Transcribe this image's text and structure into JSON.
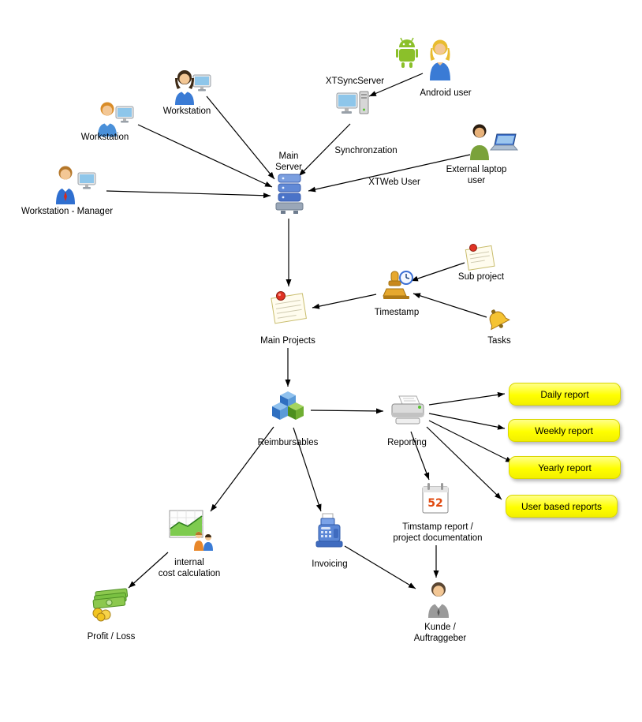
{
  "diagram": {
    "nodes": {
      "workstation_top": {
        "label": "Workstation"
      },
      "workstation_left": {
        "label": "Workstation"
      },
      "workstation_manager": {
        "label": "Workstation - Manager"
      },
      "xtsyncserver": {
        "label": "XTSyncServer"
      },
      "android_user": {
        "label": "Android user"
      },
      "external_laptop_user": {
        "label": "External laptop\nuser"
      },
      "main_server": {
        "label": "Main\nServer"
      },
      "main_projects": {
        "label": "Main Projects"
      },
      "timestamp": {
        "label": "Timestamp"
      },
      "sub_project": {
        "label": "Sub project"
      },
      "tasks": {
        "label": "Tasks"
      },
      "reimbursables": {
        "label": "Reimbursables"
      },
      "reporting": {
        "label": "Reporting"
      },
      "daily_report": {
        "label": "Daily report"
      },
      "weekly_report": {
        "label": "Weekly report"
      },
      "yearly_report": {
        "label": "Yearly report"
      },
      "user_based_reports": {
        "label": "User based reports"
      },
      "timestamp_report": {
        "label": "Timstamp report /\nproject documentation",
        "icon_text": "52"
      },
      "internal_cost_calculation": {
        "label": "internal\ncost calculation"
      },
      "invoicing": {
        "label": "Invoicing"
      },
      "profit_loss": {
        "label": "Profit / Loss"
      },
      "kunde": {
        "label": "Kunde /\nAuftraggeber"
      }
    },
    "edge_labels": {
      "synchronization": "Synchronzation",
      "xtweb_user": "XTWeb User"
    },
    "edges": [
      {
        "from": "workstation_top",
        "to": "main_server"
      },
      {
        "from": "workstation_left",
        "to": "main_server"
      },
      {
        "from": "workstation_manager",
        "to": "main_server"
      },
      {
        "from": "android_user",
        "to": "xtsyncserver"
      },
      {
        "from": "xtsyncserver",
        "to": "main_server",
        "label": "Synchronzation"
      },
      {
        "from": "external_laptop_user",
        "to": "main_server",
        "label": "XTWeb User"
      },
      {
        "from": "main_server",
        "to": "main_projects"
      },
      {
        "from": "timestamp",
        "to": "main_projects"
      },
      {
        "from": "sub_project",
        "to": "timestamp"
      },
      {
        "from": "tasks",
        "to": "timestamp"
      },
      {
        "from": "main_projects",
        "to": "reimbursables"
      },
      {
        "from": "reimbursables",
        "to": "reporting"
      },
      {
        "from": "reporting",
        "to": "daily_report"
      },
      {
        "from": "reporting",
        "to": "weekly_report"
      },
      {
        "from": "reporting",
        "to": "yearly_report"
      },
      {
        "from": "reporting",
        "to": "user_based_reports"
      },
      {
        "from": "reporting",
        "to": "timestamp_report"
      },
      {
        "from": "reimbursables",
        "to": "internal_cost_calculation"
      },
      {
        "from": "reimbursables",
        "to": "invoicing"
      },
      {
        "from": "internal_cost_calculation",
        "to": "profit_loss"
      },
      {
        "from": "timestamp_report",
        "to": "kunde"
      },
      {
        "from": "invoicing",
        "to": "kunde"
      }
    ],
    "colors": {
      "background": "#ffffff",
      "arrow": "#000000",
      "report_box_fill": "#ffff00",
      "report_box_border": "#d9d600"
    }
  }
}
